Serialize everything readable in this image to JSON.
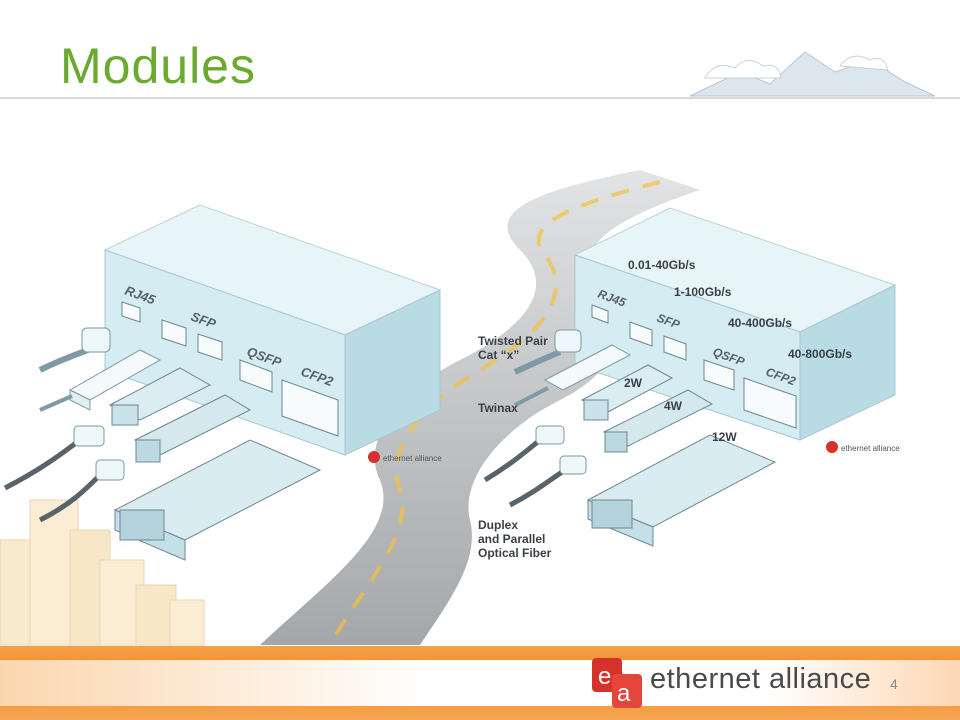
{
  "slide": {
    "title": "Modules",
    "page_number": "4"
  },
  "left_diagram": {
    "ports": [
      "RJ45",
      "SFP",
      "QSFP",
      "CFP2"
    ],
    "watermark": "ethernet alliance"
  },
  "right_diagram": {
    "ports": [
      "RJ45",
      "SFP",
      "QSFP",
      "CFP2"
    ],
    "speeds": [
      "0.01-40Gb/s",
      "1-100Gb/s",
      "40-400Gb/s",
      "40-800Gb/s"
    ],
    "powers": [
      "2W",
      "4W",
      "12W"
    ],
    "media_labels": {
      "twisted_pair_line1": "Twisted Pair",
      "twisted_pair_line2": "Cat “x”",
      "twinax": "Twinax",
      "fiber_line1": "Duplex",
      "fiber_line2": "and Parallel",
      "fiber_line3": "Optical Fiber"
    },
    "watermark": "ethernet alliance"
  },
  "footer": {
    "brand": "ethernet alliance",
    "logo_letters": "ea"
  },
  "colors": {
    "title_green": "#6aaa2e",
    "footer_orange": "#f08a25",
    "logo_red": "#d6322b",
    "road": "#5a5f63",
    "road_line": "#f3c23a",
    "switch_face": "#d4ecf2"
  }
}
